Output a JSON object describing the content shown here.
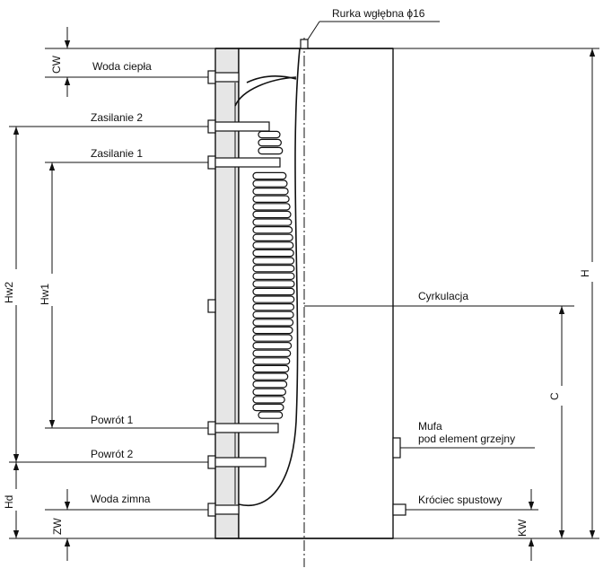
{
  "labels": {
    "rurka": "Rurka wgłębna ϕ16",
    "woda_ciepla": "Woda ciepła",
    "zasilanie2": "Zasilanie 2",
    "zasilanie1": "Zasilanie 1",
    "cyrkulacja": "Cyrkulacja",
    "powrot1": "Powrót 1",
    "powrot2": "Powrót 2",
    "mufa_line1": "Mufa",
    "mufa_line2": "pod element grzejny",
    "woda_zimna": "Woda zimna",
    "krociec": "Króciec spustowy"
  },
  "dimensions": {
    "cw": "CW",
    "hw2": "Hw2",
    "hw1": "Hw1",
    "hd": "Hd",
    "zw": "ZW",
    "h": "H",
    "c": "C",
    "kw": "KW"
  },
  "colors": {
    "insulation": "#e6e6e6",
    "line": "#111111",
    "background": "#ffffff"
  }
}
